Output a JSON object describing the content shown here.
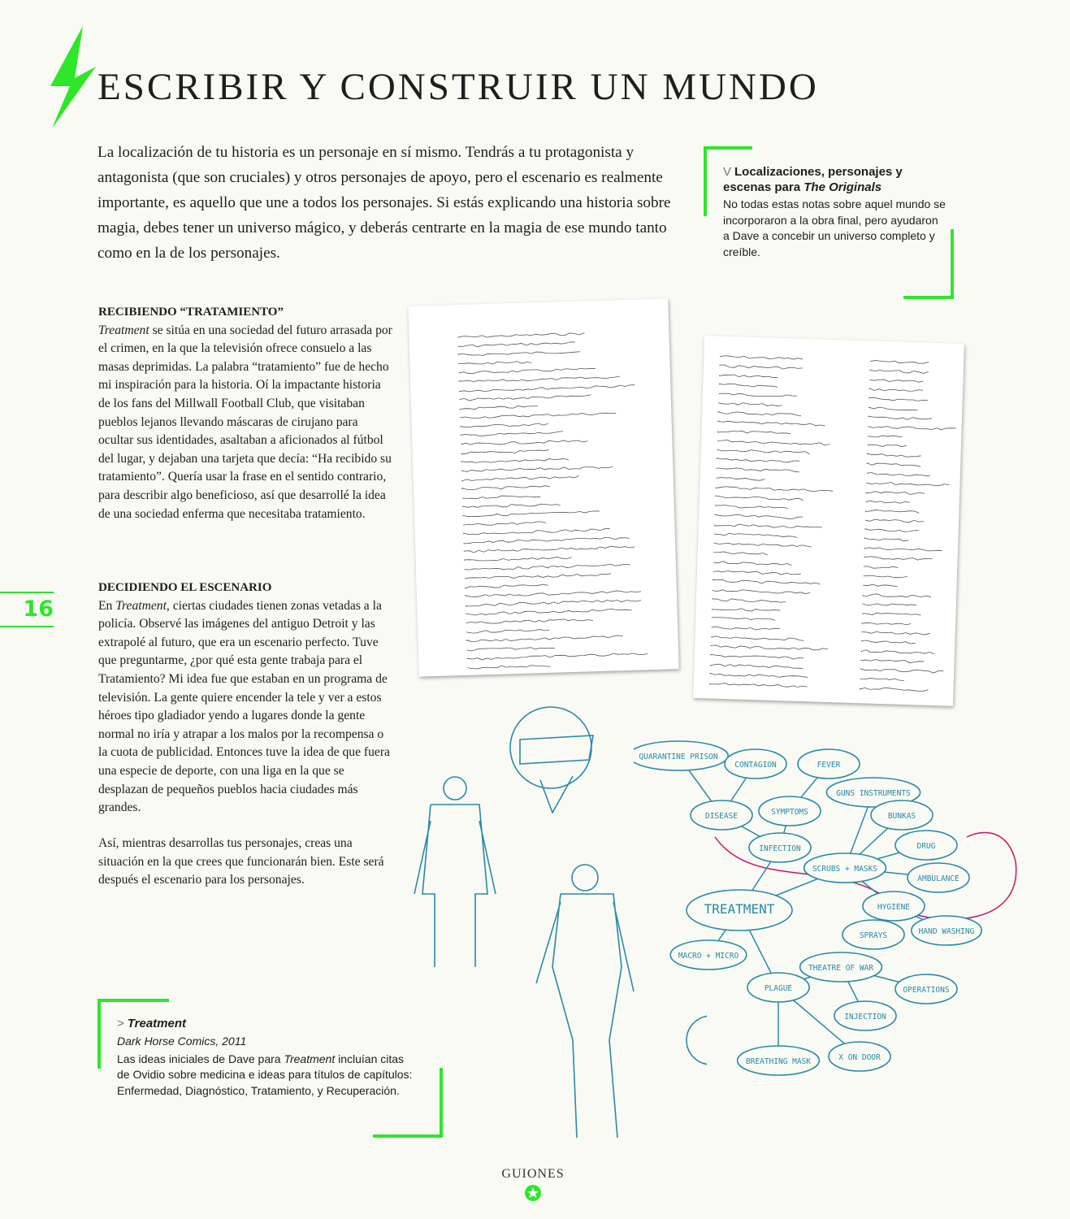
{
  "header": {
    "title": "ESCRIBIR Y CONSTRUIR UN MUNDO"
  },
  "intro": "La localización de tu historia es un personaje en sí mismo. Tendrás a tu protagonista y antagonista (que son cruciales) y otros personajes de apoyo, pero el escenario es realmente importante, es aquello que une a todos los personajes. Si estás explicando una historia sobre magia, debes tener un universo mágico, y deberás centrarte en la magia de ese mundo tanto como en la de los personajes.",
  "sections": [
    {
      "heading": "RECIBIENDO “TRATAMIENTO”",
      "lead_italic": "Treatment",
      "body": " se sitúa en una sociedad del futuro arrasada por el crimen, en la que la televisión ofrece consuelo a las masas deprimidas. La palabra “tratamiento” fue de hecho mi inspiración para la historia. Oí la impactante historia de los fans del Millwall Football Club, que visitaban pueblos lejanos llevando máscaras de cirujano para ocultar sus identidades, asaltaban a aficionados al fútbol del lugar, y dejaban una tarjeta que decía: “Ha recibido su tratamiento”. Quería usar la frase en el sentido contrario, para describir algo beneficioso, así que desarrollé la idea de una sociedad enferma que necesitaba tratamiento."
    },
    {
      "heading": "DECIDIENDO EL ESCENARIO",
      "pre": "En ",
      "lead_italic": "Treatment",
      "body": ", ciertas ciudades tienen zonas vetadas a la policía. Observé las imágenes del antiguo Detroit y las extrapolé al futuro, que era un escenario perfecto. Tuve que preguntarme, ¿por qué esta gente trabaja para el Tratamiento? Mi idea fue que estaban en un programa de televisión. La gente quiere encender la tele y ver a estos héroes tipo gladiador yendo a lugares donde la gente normal no iría y atrapar a los malos por la recompensa o la cuota de publicidad. Entonces tuve la idea de que fuera una especie de deporte, con una liga en la que se desplazan de pequeños pueblos hacia ciudades más grandes."
    },
    {
      "body": "Así, mientras desarrollas tus personajes, creas una situación en la que crees que funcionarán bien. Este será después el escenario para los personajes."
    }
  ],
  "caption_originals": {
    "chevron": "V",
    "title": "Localizaciones, personajes y escenas para ",
    "title_italic": "The Originals",
    "body": "No todas estas notas sobre aquel mundo se incorporaron a la obra final, pero ayudaron a Dave a concebir un universo completo y creíble."
  },
  "caption_treatment": {
    "chevron": ">",
    "title": "Treatment",
    "subtitle": "Dark Horse Comics, 2011",
    "body_pre": "Las ideas iniciales de Dave para ",
    "body_italic": "Treatment",
    "body_post": " incluían citas de Ovidio sobre medicina e ideas para títulos de capítulos: Enfermedad, Diagnóstico, Tratamiento, y Recuperación."
  },
  "mindmap": [
    "QUARANTINE PRISON",
    "CONTAGION",
    "FEVER",
    "GUNS INSTRUMENTS",
    "BUNKAS",
    "DISEASE",
    "SYMPTOMS",
    "DRUG",
    "INFECTION",
    "SCRUBS + MASKS",
    "AMBULANCE",
    "TREATMENT",
    "HYGIENE",
    "HAND WASHING",
    "SPRAYS",
    "MACRO + MICRO",
    "THEATRE OF WAR",
    "OPERATIONS",
    "PLAGUE",
    "INJECTION",
    "BREATHING MASK",
    "X ON DOOR"
  ],
  "page_number": "16",
  "footer": {
    "label": "GUIONES"
  },
  "colors": {
    "accent": "#2ee62a",
    "sketch": "#2a8aa8",
    "magenta": "#d0106a"
  }
}
